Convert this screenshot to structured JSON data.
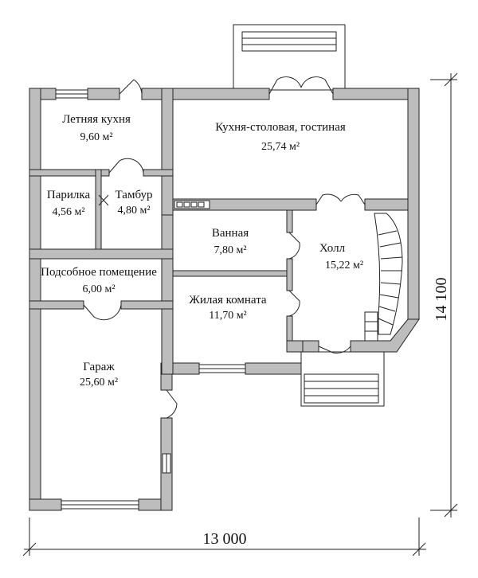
{
  "rooms": [
    {
      "name": "Летняя кухня",
      "area": "9,60 м²"
    },
    {
      "name": "Кухня-столовая, гостиная",
      "area": "25,74 м²"
    },
    {
      "name": "Парилка",
      "area": "4,56 м²"
    },
    {
      "name": "Тамбур",
      "area": "4,80 м²"
    },
    {
      "name": "Ванная",
      "area": "7,80 м²"
    },
    {
      "name": "Холл",
      "area": "15,22 м²"
    },
    {
      "name": "Подсобное помещение",
      "area": "6,00 м²"
    },
    {
      "name": "Жилая комната",
      "area": "11,70 м²"
    },
    {
      "name": "Гараж",
      "area": "25,60 м²"
    }
  ],
  "dimensions": {
    "width": "13 000",
    "height": "14 100"
  }
}
